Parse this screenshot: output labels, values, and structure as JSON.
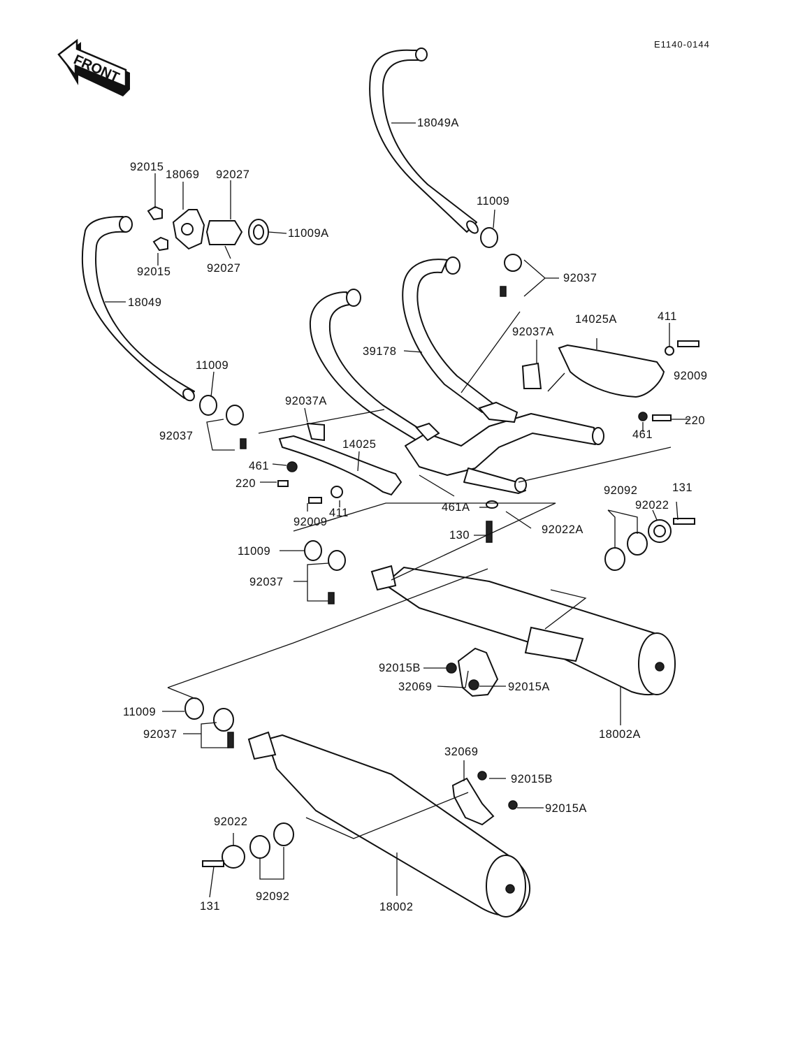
{
  "diagram": {
    "code": "E1140-0144",
    "front_label": "FRONT",
    "labels": {
      "l18049A": "18049A",
      "l11009_top": "11009",
      "l92037_top": "92037",
      "l18069": "18069",
      "l92015_a": "92015",
      "l92027_a": "92027",
      "l11009A": "11009A",
      "l92015_b": "92015",
      "l92027_b": "92027",
      "l18049": "18049",
      "l11009_left": "11009",
      "l92037_left": "92037",
      "l92037A_left": "92037A",
      "l39178": "39178",
      "l92037A_right": "92037A",
      "l14025A": "14025A",
      "l411_right": "411",
      "l92009_right": "92009",
      "l220_right": "220",
      "l461_right": "461",
      "l14025": "14025",
      "l461_left": "461",
      "l220_left": "220",
      "l92009_left": "92009",
      "l411_left": "411",
      "l461A": "461A",
      "l92022A": "92022A",
      "l130": "130",
      "l11009_mid": "11009",
      "l92037_mid": "92037",
      "l92092_right": "92092",
      "l92022_right": "92022",
      "l131_right": "131",
      "l92015B_mid": "92015B",
      "l32069_mid": "32069",
      "l92015A_mid": "92015A",
      "l18002A": "18002A",
      "l11009_low": "11009",
      "l92037_low": "92037",
      "l32069_low": "32069",
      "l92015B_low": "92015B",
      "l92015A_low": "92015A",
      "l92022_low": "92022",
      "l131_low": "131",
      "l92092_low": "92092",
      "l18002": "18002"
    }
  }
}
